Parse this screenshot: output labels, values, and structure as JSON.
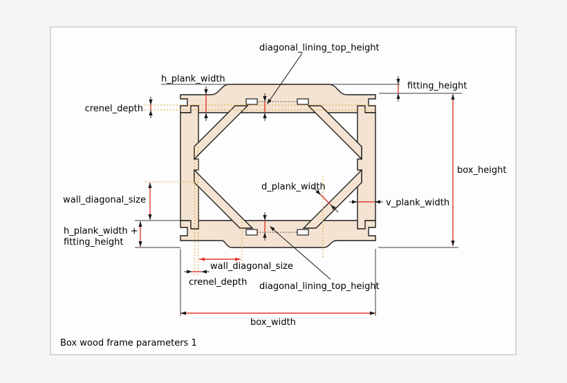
{
  "figure": {
    "caption": "Box wood frame parameters 1",
    "labels": {
      "diagonal_lining_top_height_top": "diagonal_lining_top_height",
      "h_plank_width": "h_plank_width",
      "fitting_height": "fitting_height",
      "crenel_depth_top": "crenel_depth",
      "box_height": "box_height",
      "wall_diagonal_size_left": "wall_diagonal_size",
      "h_plank_plus_fitting_line1": "h_plank_width +",
      "h_plank_plus_fitting_line2": "fitting_height",
      "d_plank_width": "d_plank_width",
      "v_plank_width": "v_plank_width",
      "wall_diagonal_size_bottom": "wall_diagonal_size",
      "crenel_depth_bottom": "crenel_depth",
      "diagonal_lining_top_height_bottom": "diagonal_lining_top_height",
      "box_width": "box_width"
    },
    "colors": {
      "page_bg": "#f5f5f5",
      "panel_bg": "#fdfdfd",
      "panel_border": "#cbcbcb",
      "wood_fill": "#f4e3d2",
      "outline": "#1e1e1e",
      "dimension_red": "#e0392d",
      "guide_orange": "#dfa032",
      "dim_line": "#3a3a3a",
      "text": "#000000"
    }
  }
}
